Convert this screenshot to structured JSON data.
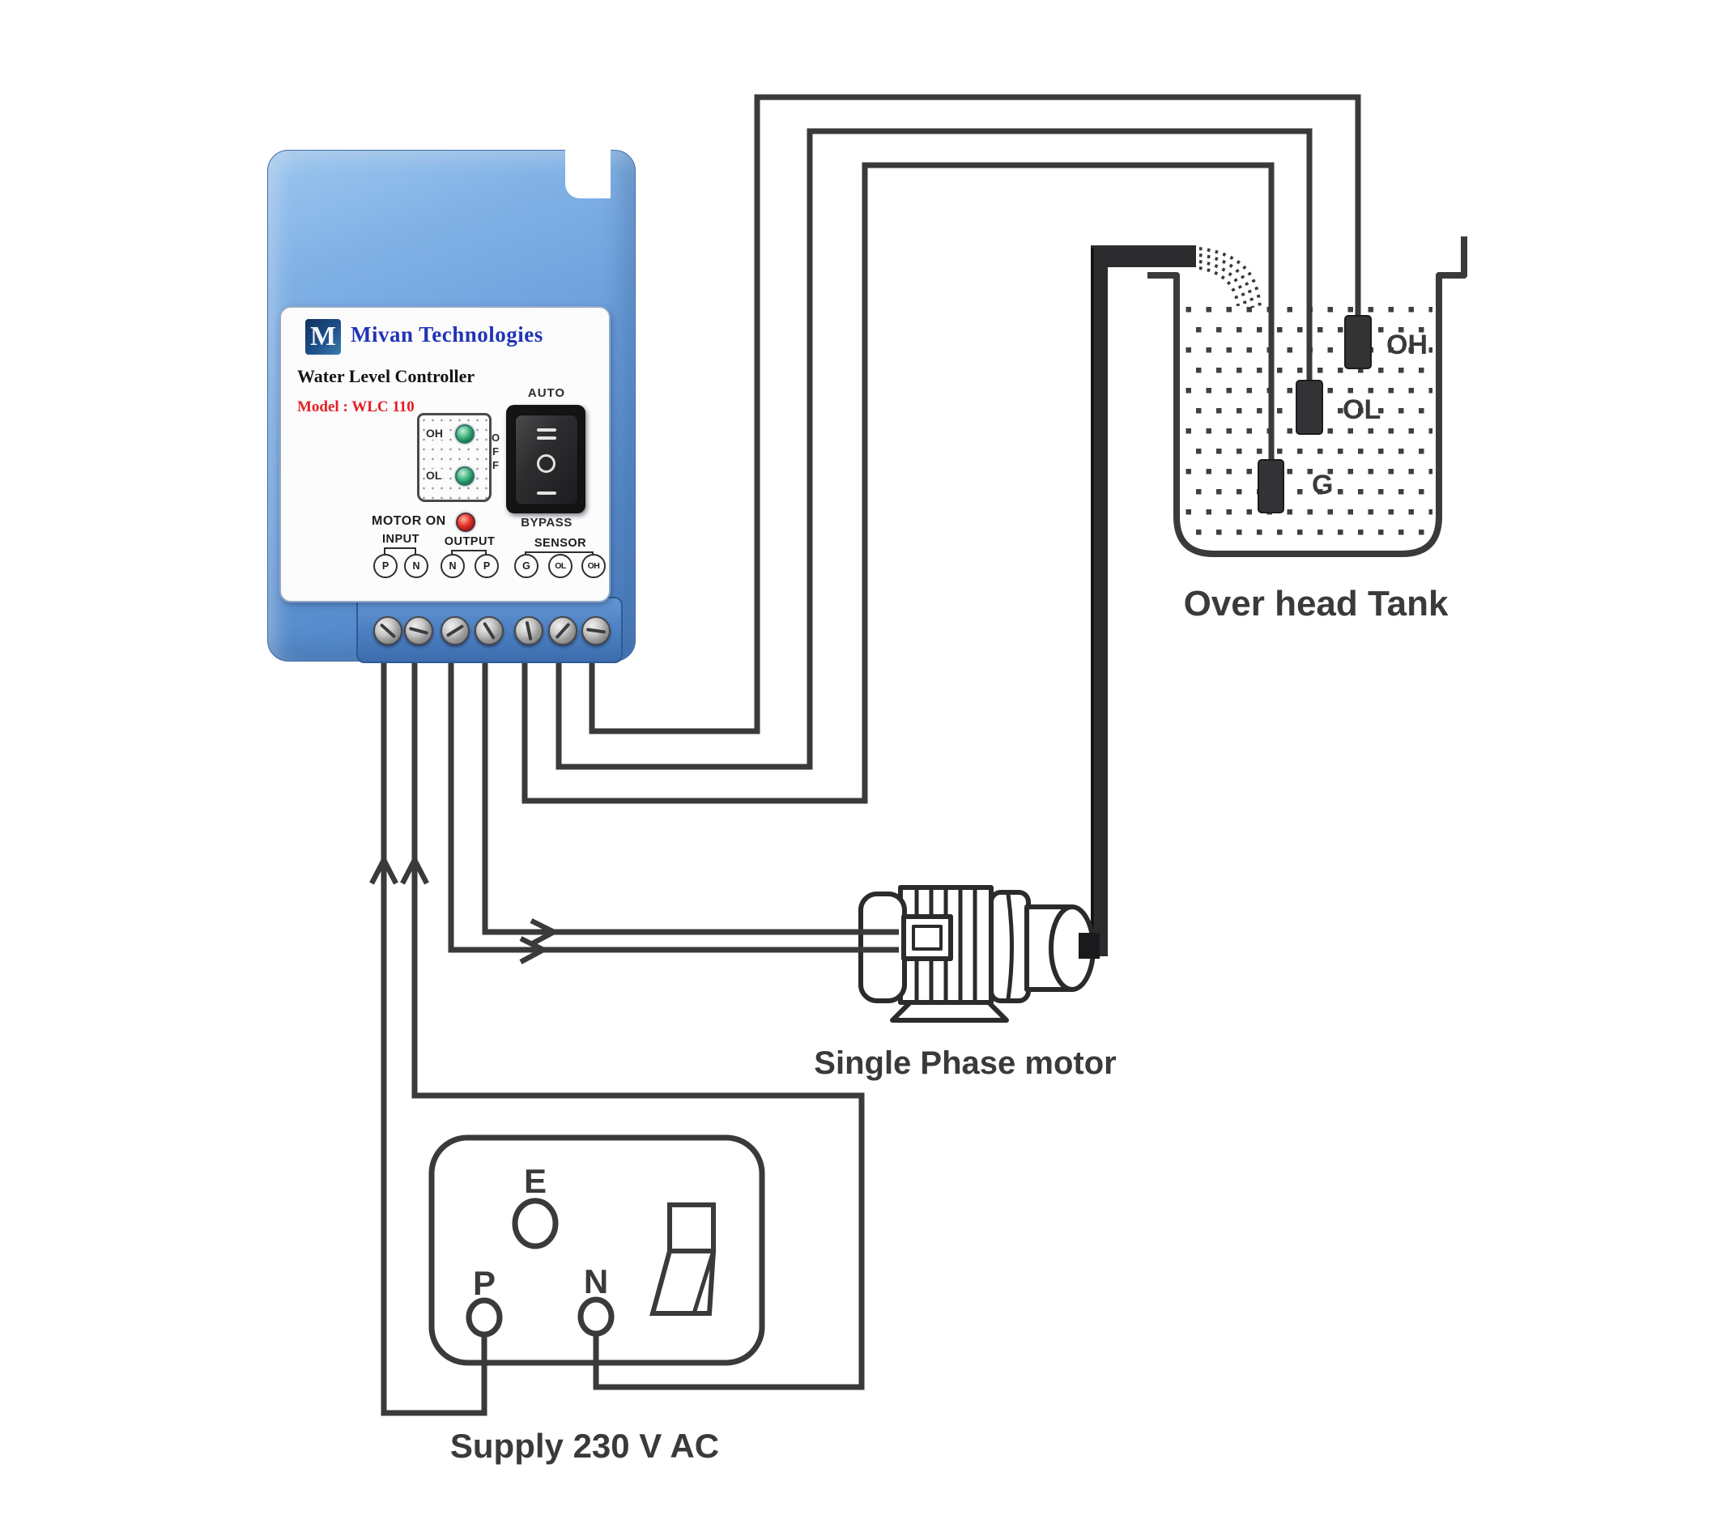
{
  "colors": {
    "wire": "#3a3a3c",
    "pipe": "#2c2c2e",
    "device_body_blue": "#6ba0dc",
    "panel_bg": "#fcfcfd",
    "brand_blue": "#2134b5",
    "model_red": "#e31e24",
    "led_green": "#2fae6e",
    "led_red": "#d21a1a",
    "switch_black": "#141415"
  },
  "controller": {
    "logo_letter": "M",
    "brand": "Mivan Technologies",
    "title": "Water Level Controller",
    "model": "Model : WLC 110",
    "auto": "AUTO",
    "off_letters": [
      "O",
      "F",
      "F"
    ],
    "bypass": "BYPASS",
    "motor_on": "MOTOR ON",
    "indicator_tank": {
      "top": "OH",
      "bottom": "OL"
    },
    "terminal_groups": [
      {
        "label": "INPUT",
        "terminals": [
          "P",
          "N"
        ]
      },
      {
        "label": "OUTPUT",
        "terminals": [
          "N",
          "P"
        ]
      },
      {
        "label": "SENSOR",
        "terminals": [
          "G",
          "OL",
          "OH"
        ]
      }
    ]
  },
  "tank": {
    "label": "Over head Tank",
    "sensor_oh": "OH",
    "sensor_ol": "OL",
    "sensor_g": "G"
  },
  "motor": {
    "label": "Single Phase motor"
  },
  "supply": {
    "label": "Supply 230 V AC",
    "pin_e": "E",
    "pin_p": "P",
    "pin_n": "N"
  }
}
